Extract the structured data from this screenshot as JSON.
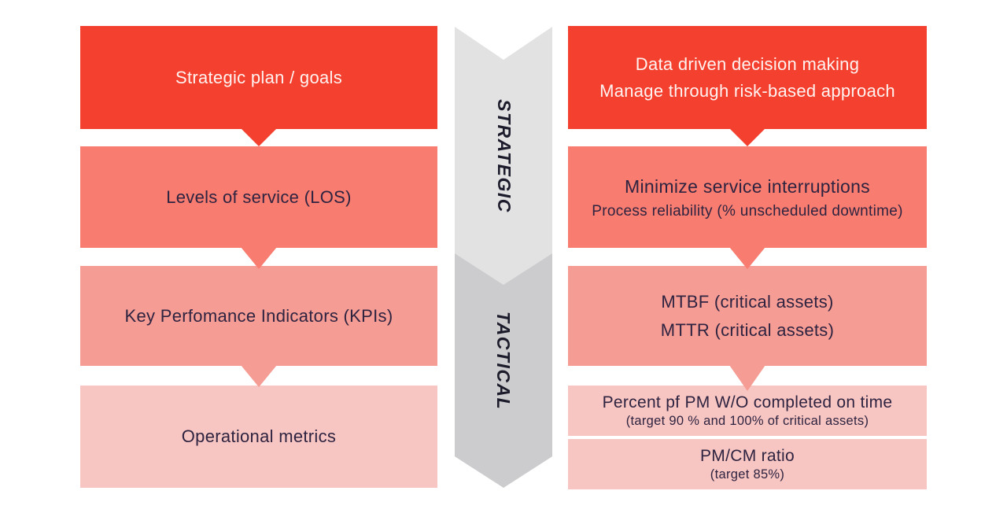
{
  "palette": {
    "red": "#F4402E",
    "salmon": "#F87D70",
    "salmon2": "#F59C94",
    "pink": "#F8C6C2",
    "gray1": "#E2E2E3",
    "gray2": "#CCCCCE",
    "ink": "#2E2340",
    "band_ink": "#1B1B2B",
    "light_text": "#FFF3F1",
    "background": "#FFFFFF"
  },
  "band": {
    "strategic": "STRATEGIC",
    "tactical": "TACTICAL"
  },
  "left_column": {
    "boxes": [
      {
        "line1": "Strategic plan / goals"
      },
      {
        "line1": "Levels of service (LOS)"
      },
      {
        "line1": "Key Perfomance Indicators (KPIs)"
      },
      {
        "line1": "Operational metrics"
      }
    ]
  },
  "right_column": {
    "boxes": [
      {
        "line1": "Data driven decision making",
        "line2": "Manage through risk-based approach"
      },
      {
        "line1": "Minimize service interruptions",
        "line2": "Process reliability (% unscheduled downtime)"
      },
      {
        "line1": "MTBF (critical assets)",
        "line2": "MTTR (critical assets)"
      },
      {
        "line1": "Percent pf PM W/O completed on time",
        "line2": "(target 90 % and 100% of critical assets)"
      },
      {
        "line1": "PM/CM ratio",
        "line2": "(target 85%)"
      }
    ]
  }
}
